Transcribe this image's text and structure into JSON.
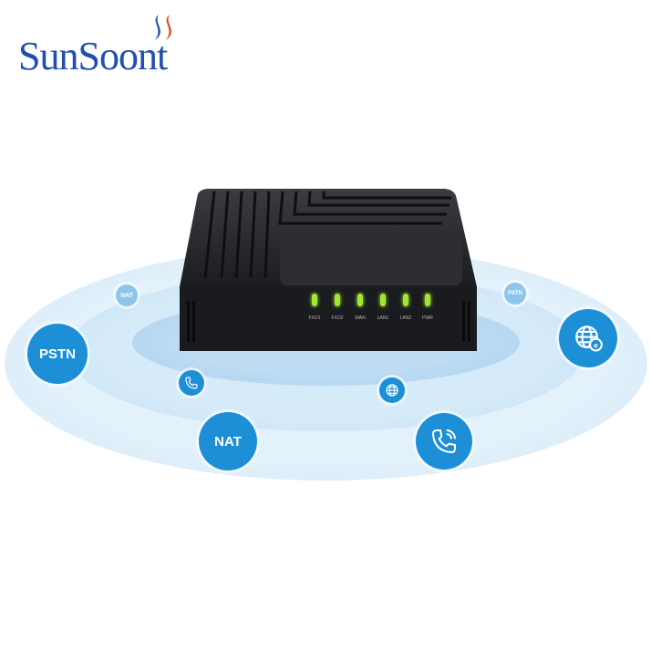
{
  "brand": {
    "name": "SunSoont",
    "colors": {
      "text": "#1f4fb0",
      "flame_blue": "#1f4fb0",
      "flame_red": "#e8461e"
    }
  },
  "device": {
    "led_labels": [
      "FXO1",
      "FXO2",
      "WAN",
      "LAN1",
      "LAN2",
      "PWR"
    ],
    "led_color": "#9fe830"
  },
  "bubbles": [
    {
      "label": "PSTN",
      "size": "large"
    },
    {
      "label": "NAT",
      "size": "small"
    },
    {
      "icon": "phone-icon",
      "size": "small"
    },
    {
      "label": "NAT",
      "size": "large"
    },
    {
      "icon": "globe-icon",
      "size": "small"
    },
    {
      "icon": "phone-icon",
      "size": "large"
    },
    {
      "label": "PSTN",
      "size": "small"
    },
    {
      "icon": "globe-icon",
      "size": "large"
    }
  ],
  "colors": {
    "accent": "#1d8fd6",
    "ripple": "#cfe7f7"
  }
}
